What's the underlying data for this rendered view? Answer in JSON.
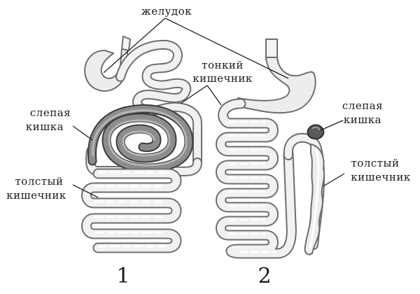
{
  "labels": {
    "stomach": "желудок",
    "small_intestine_line1": "тонкий",
    "small_intestine_line2": "кишечник",
    "caecum_left_line1": "слепая",
    "caecum_left_line2": "кишка",
    "large_intestine_left_line1": "толстый",
    "large_intestine_left_line2": "кишечник",
    "caecum_right_line1": "слепая",
    "caecum_right_line2": "кишка",
    "large_intestine_right_line1": "толстый",
    "large_intestine_right_line2": "кишечник"
  },
  "figure_numbers": {
    "left": "1",
    "right": "2"
  },
  "colors": {
    "tube_outline": "#6e6e6e",
    "tube_fill": "#f1f1f1",
    "caecum_outline": "#3c3c3c",
    "caecum_fill": "#8c8c8c",
    "text": "#1a1a1a"
  }
}
